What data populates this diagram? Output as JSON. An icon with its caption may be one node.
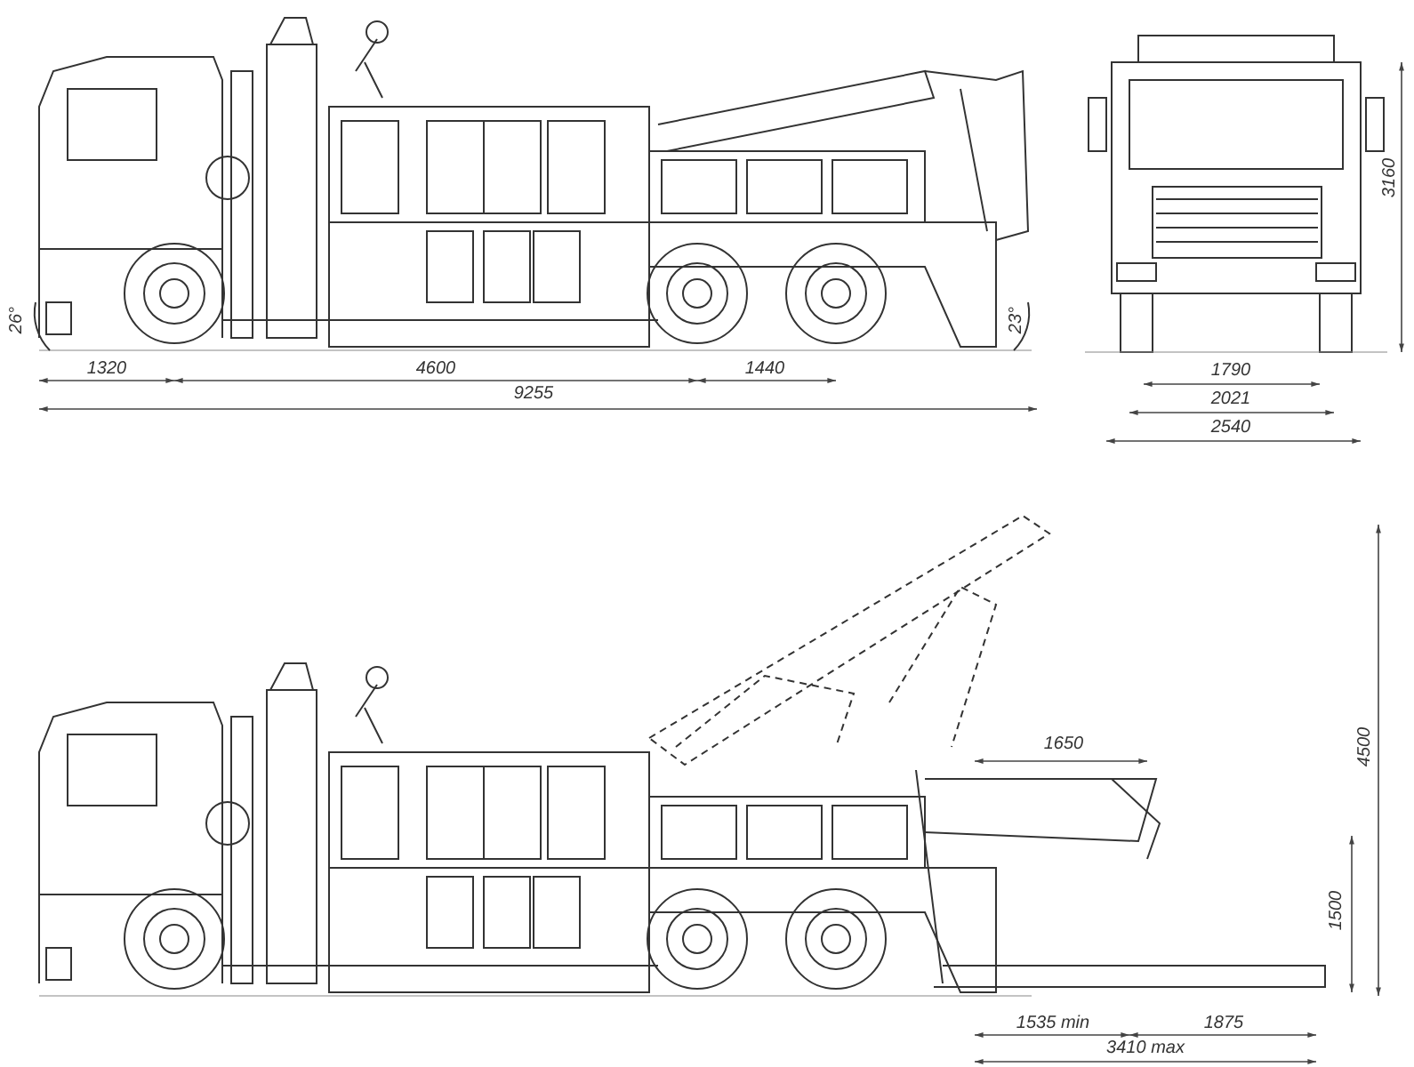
{
  "diagram": {
    "labels": [
      "3160",
      "26°",
      "23°",
      "1320",
      "4600",
      "1440",
      "9255",
      "1790",
      "2021",
      "2540",
      "4500",
      "1650",
      "1500",
      "1535 min",
      "1875",
      "3410 max"
    ]
  }
}
